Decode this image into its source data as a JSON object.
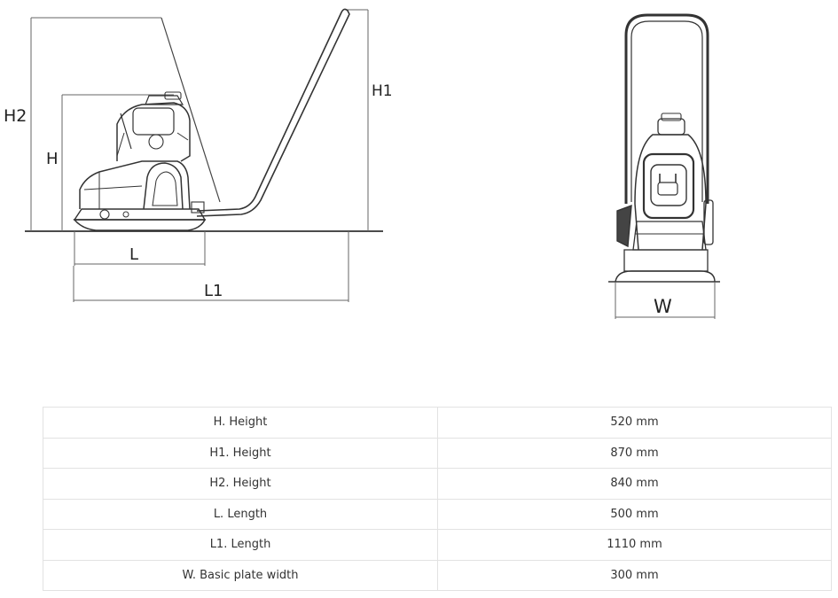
{
  "dimension_labels": {
    "h2": "H2",
    "h": "H",
    "h1": "H1",
    "l": "L",
    "l1": "L1",
    "w": "W"
  },
  "specs": [
    {
      "name": "H. Height",
      "value": "520 mm"
    },
    {
      "name": "H1. Height",
      "value": "870 mm"
    },
    {
      "name": "H2. Height",
      "value": "840 mm"
    },
    {
      "name": "L. Length",
      "value": "500 mm"
    },
    {
      "name": "L1. Length",
      "value": "1110 mm"
    },
    {
      "name": "W. Basic plate width",
      "value": "300 mm"
    }
  ],
  "colors": {
    "line": "#222222",
    "dim_line": "#555555",
    "table_border": "#e2e2e2"
  }
}
